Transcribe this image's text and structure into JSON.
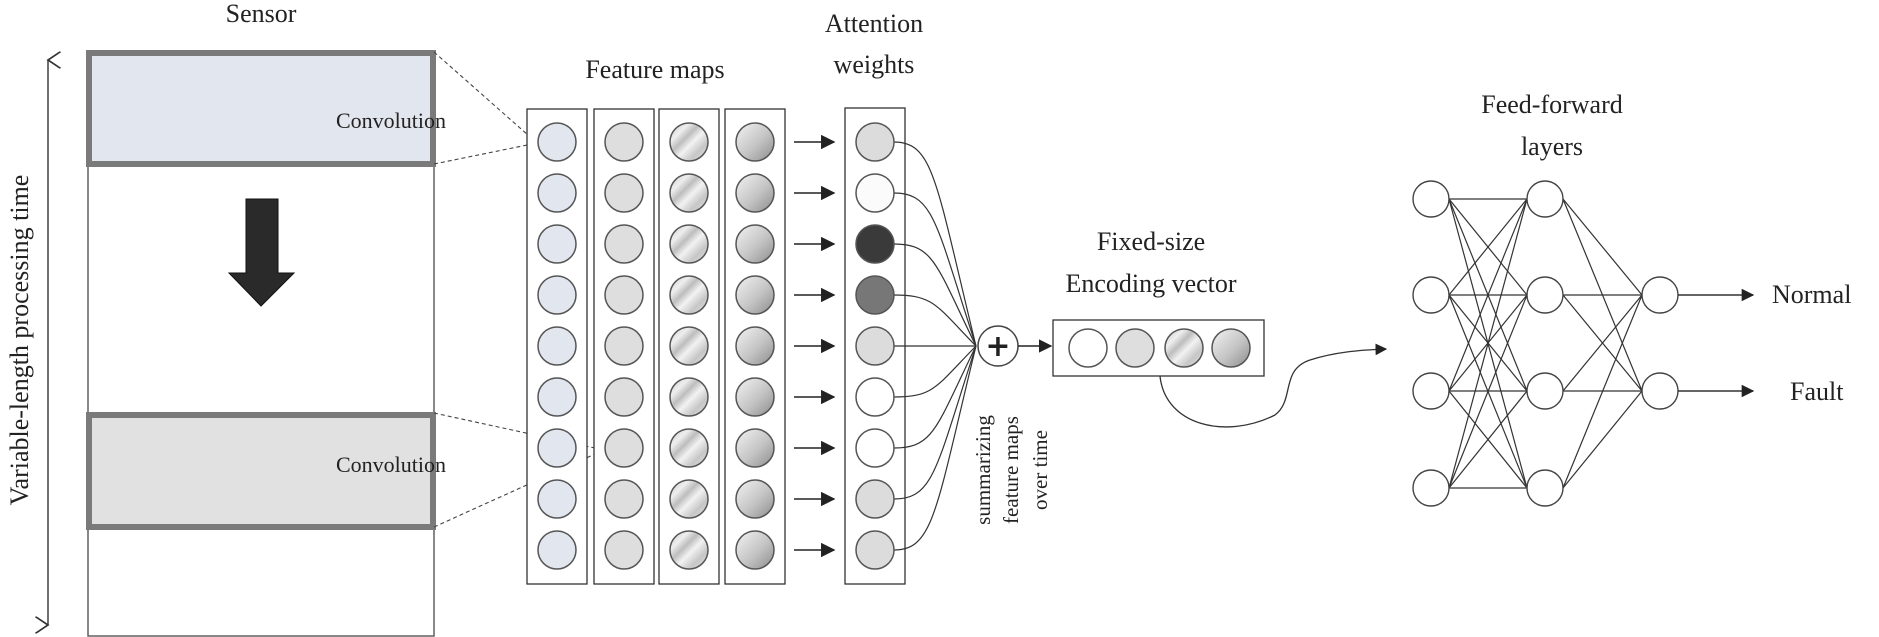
{
  "title": "Attention-based CNN fault detection architecture",
  "labels": {
    "sensor": "Sensor",
    "time_axis": "Variable-length processing time",
    "convolution_top": "Convolution",
    "convolution_bottom": "Convolution",
    "feature_maps": "Feature maps",
    "attention_line1": "Attention",
    "attention_line2": "weights",
    "summarizing_line1": "summarizing",
    "summarizing_line2": "feature maps",
    "summarizing_line3": "over time",
    "encoding_line1": "Fixed-size",
    "encoding_line2": "Encoding vector",
    "ff_line1": "Feed-forward",
    "ff_line2": "layers",
    "output_normal": "Normal",
    "output_fault": "Fault"
  },
  "sensor": {
    "windows": [
      {
        "name": "top-convolution-window",
        "fill": "#e2e6ee"
      },
      {
        "name": "bottom-convolution-window",
        "fill": "#e1e1e1"
      }
    ],
    "window_border": "#7a7a7a"
  },
  "feature_maps": {
    "rows": 9,
    "columns": [
      {
        "name": "feature-map-1",
        "style": "flat",
        "fill": "#e2e6ee"
      },
      {
        "name": "feature-map-2",
        "style": "flat",
        "fill": "#dedede"
      },
      {
        "name": "feature-map-3",
        "style": "marble",
        "fill": "#d8d8d8"
      },
      {
        "name": "feature-map-4",
        "style": "gradient",
        "fill": "#bdbdbd"
      }
    ]
  },
  "attention_weights": [
    "#dcdcdc",
    "#fbfbfb",
    "#3a3a3a",
    "#777777",
    "#dcdcdc",
    "#ffffff",
    "#ffffff",
    "#dcdcdc",
    "#dcdcdc"
  ],
  "encoding_vector": [
    {
      "style": "flat",
      "fill": "#ffffff"
    },
    {
      "style": "flat",
      "fill": "#dedede"
    },
    {
      "style": "marble",
      "fill": "#d8d8d8"
    },
    {
      "style": "gradient",
      "fill": "#bdbdbd"
    }
  ],
  "sum_symbol": "+",
  "feed_forward": {
    "layers": [
      4,
      4,
      2
    ]
  },
  "outputs": [
    "Normal",
    "Fault"
  ],
  "colors": {
    "stroke": "#333333",
    "text": "#222222",
    "arrow": "#222222"
  }
}
